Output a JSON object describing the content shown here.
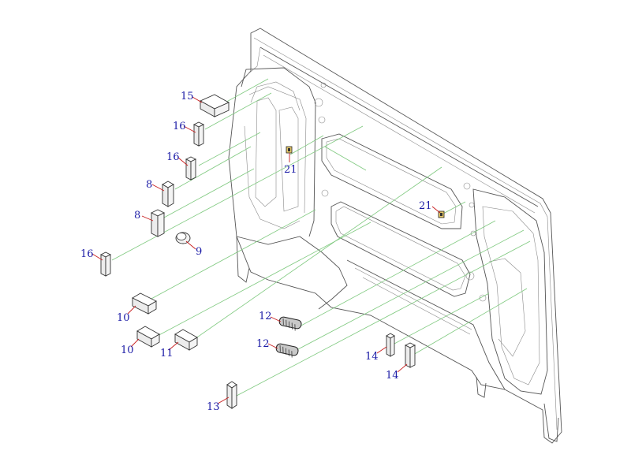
{
  "callouts": [
    {
      "label": "15"
    },
    {
      "label": "16"
    },
    {
      "label": "16"
    },
    {
      "label": "8"
    },
    {
      "label": "8"
    },
    {
      "label": "16"
    },
    {
      "label": "9"
    },
    {
      "label": "21"
    },
    {
      "label": "21"
    },
    {
      "label": "10"
    },
    {
      "label": "10"
    },
    {
      "label": "11"
    },
    {
      "label": "12"
    },
    {
      "label": "12"
    },
    {
      "label": "13"
    },
    {
      "label": "14"
    },
    {
      "label": "14"
    }
  ],
  "colors": {
    "callout_text": "#1a1aa6",
    "leader_line": "#c81e1e",
    "guide_line": "#7fc97f",
    "panel_outline": "#555555"
  }
}
